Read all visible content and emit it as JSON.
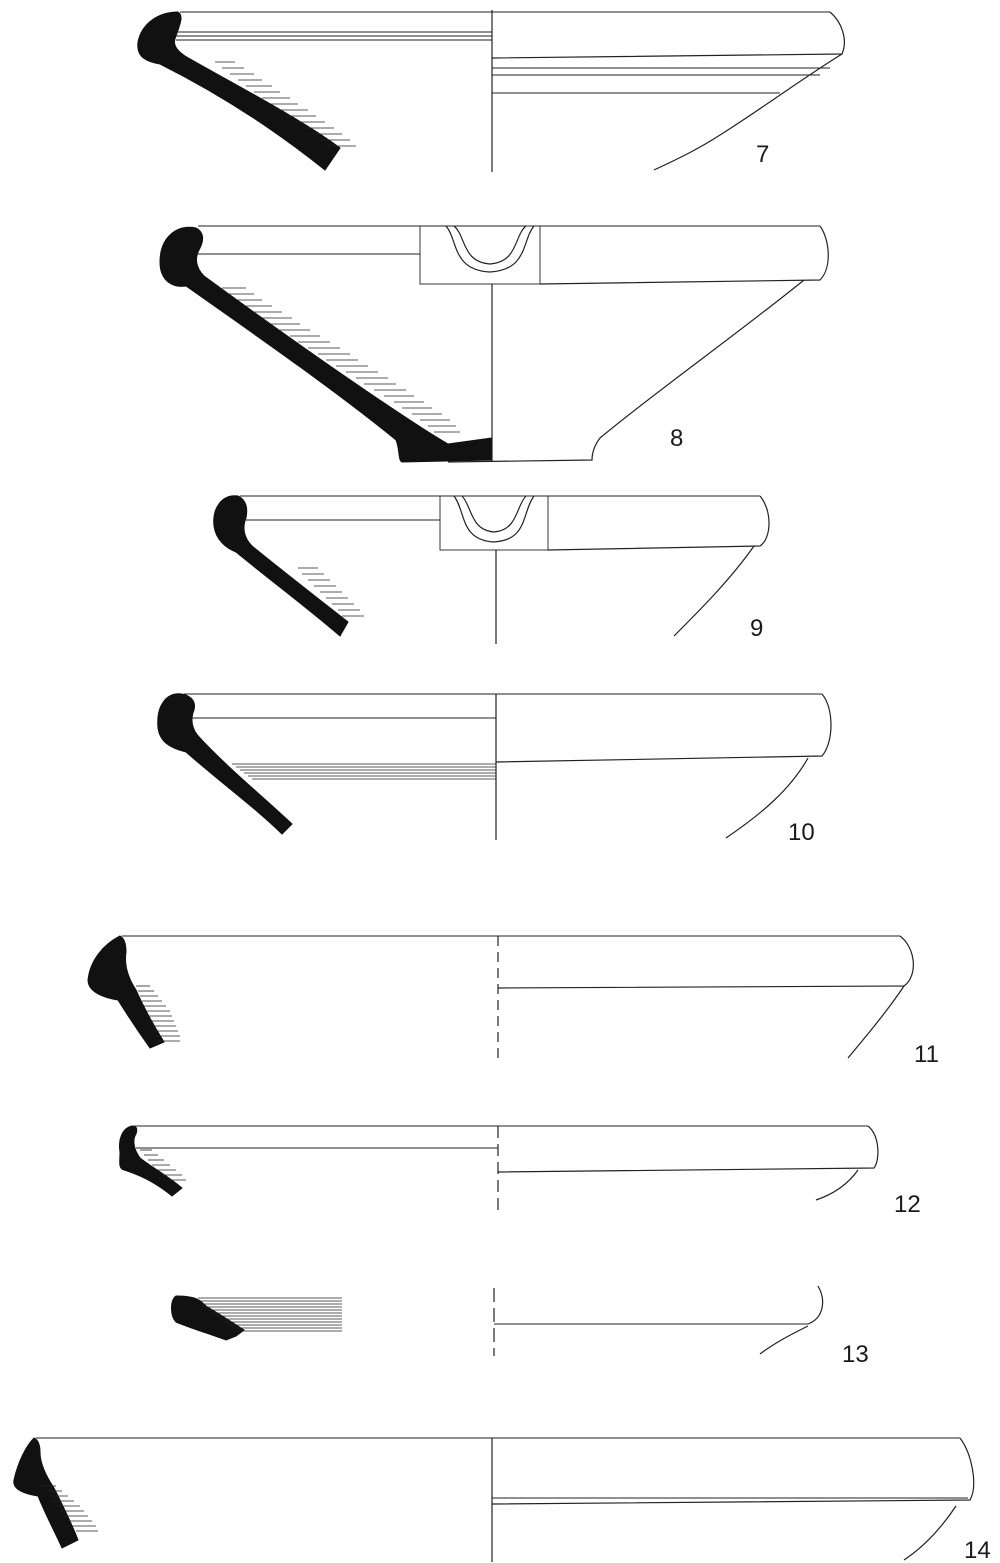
{
  "figures": [
    {
      "id": "7",
      "label": "7"
    },
    {
      "id": "8",
      "label": "8"
    },
    {
      "id": "9",
      "label": "9"
    },
    {
      "id": "10",
      "label": "10"
    },
    {
      "id": "11",
      "label": "11"
    },
    {
      "id": "12",
      "label": "12"
    },
    {
      "id": "13",
      "label": "13"
    },
    {
      "id": "14",
      "label": "14"
    }
  ],
  "colors": {
    "ink": "#111111",
    "background": "#ffffff"
  }
}
